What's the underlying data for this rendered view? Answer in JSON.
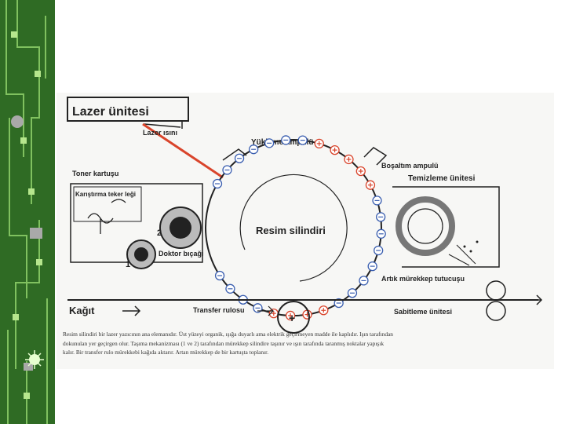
{
  "diagram": {
    "title": "Lazer ünitesi",
    "labels": {
      "laser_beam": "Lazer ısını",
      "charge_lamp": "Yükleme ampulü",
      "discharge_lamp": "Boşaltım ampulü",
      "toner_cartridge": "Toner kartuşu",
      "mixing_wheel": "Karıştırma teker leği",
      "cleaning_unit": "Temizleme ünitesi",
      "drum": "Resim silindiri",
      "doctor_blade": "Doktor bıçağı",
      "waste_holder": "Artık mürekkep tutucuşu",
      "paper": "Kağıt",
      "transfer_roller": "Transfer rulosu",
      "fuser_unit": "Sabitleme ünitesi",
      "num_one": "1",
      "num_two": "2"
    },
    "caption_lines": [
      "Resim silindiri bir lazer yazıcının ana elemanıdır. Üst yüzeyi organik, ışığa duyarlı ama elektrik geçirmeyen madde ile kaplıdır. Işın tarafından",
      "dokunulan yer geçirgen olur. Taşıma mekanizması (1 ve 2) tarafından mürekkep silindire taşınır ve ışın tarafında taranmış noktalar yapışık",
      "kalır. Bir transfer rulo mürekkebi kağıda aktarır. Artan mürekkep de bir kartuşta toplanır."
    ],
    "colors": {
      "laser": "#d9442b",
      "plus": "#d9442b",
      "minus": "#3b5fb0",
      "strip": "#2f6b24"
    }
  }
}
